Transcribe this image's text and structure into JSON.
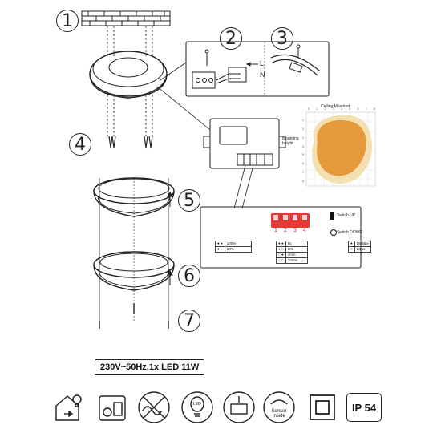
{
  "steps": [
    "1",
    "2",
    "3",
    "4",
    "5",
    "6",
    "7"
  ],
  "wiring": {
    "line_label": "L",
    "neutral_label": "N"
  },
  "detection_chart": {
    "title": "Ceiling Mounted",
    "side_label": "Mounting height",
    "x_ticks": [
      "0",
      "1",
      "2",
      "3",
      "4",
      "5",
      "6",
      "7",
      "8"
    ],
    "y_ticks": [
      "1",
      "2",
      "3",
      "4",
      "5",
      "6",
      "7",
      "8"
    ]
  },
  "dip": {
    "switch_numbers": [
      "1",
      "2",
      "3",
      "4"
    ],
    "legend_up": "Switch UP",
    "legend_down": "Switch DOWN",
    "sensitivity": [
      {
        "setting": "● ●",
        "value": "100%"
      },
      {
        "setting": "● ○",
        "value": "50%"
      }
    ],
    "time": [
      {
        "setting": "● ●",
        "value": "5s"
      },
      {
        "setting": "● ○",
        "value": "60s"
      },
      {
        "setting": "○ ●",
        "value": "3min"
      },
      {
        "setting": "○ ○",
        "value": "10min"
      }
    ],
    "lux": [
      {
        "setting": "●",
        "value": "Disable"
      },
      {
        "setting": "○",
        "value": "30lux"
      }
    ]
  },
  "spec_label": "230V~50Hz,1x LED 11W",
  "icons": {
    "ip_rating": "IP 54",
    "sensor_label": "Sensor inside",
    "led_label": "LED"
  }
}
